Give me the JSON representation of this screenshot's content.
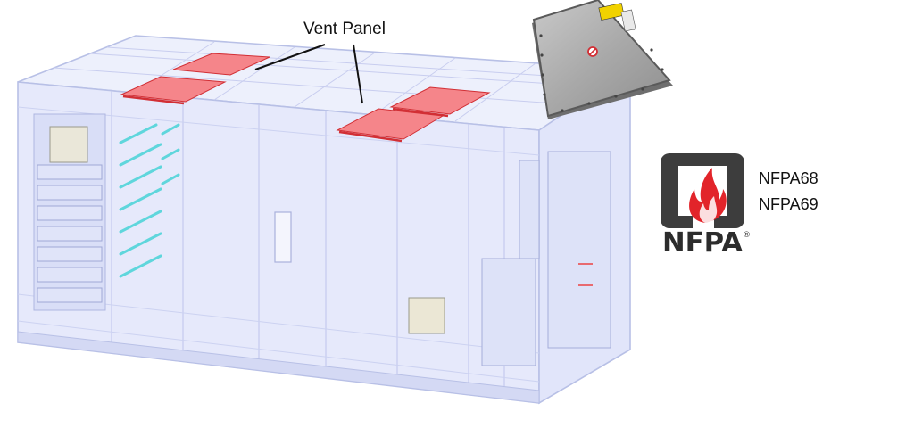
{
  "diagram": {
    "callout_label": "Vent Panel",
    "standards": [
      "NFPA68",
      "NFPA69"
    ],
    "logo": {
      "text": "NFPA",
      "mark": "®"
    },
    "colors": {
      "vent_panel": "#f5858a",
      "vent_panel_edge": "#d22f35",
      "container_line": "#b8c0e6",
      "container_fill": "#e3e7fb",
      "rack_teal": "#5fd6dc",
      "logo_frame": "#3d3d3d",
      "logo_flame": "#e2242a",
      "panel_metal": "#8e8e8e"
    },
    "icons": [
      "flame-icon",
      "no-entry-icon",
      "warning-label-icon"
    ]
  }
}
